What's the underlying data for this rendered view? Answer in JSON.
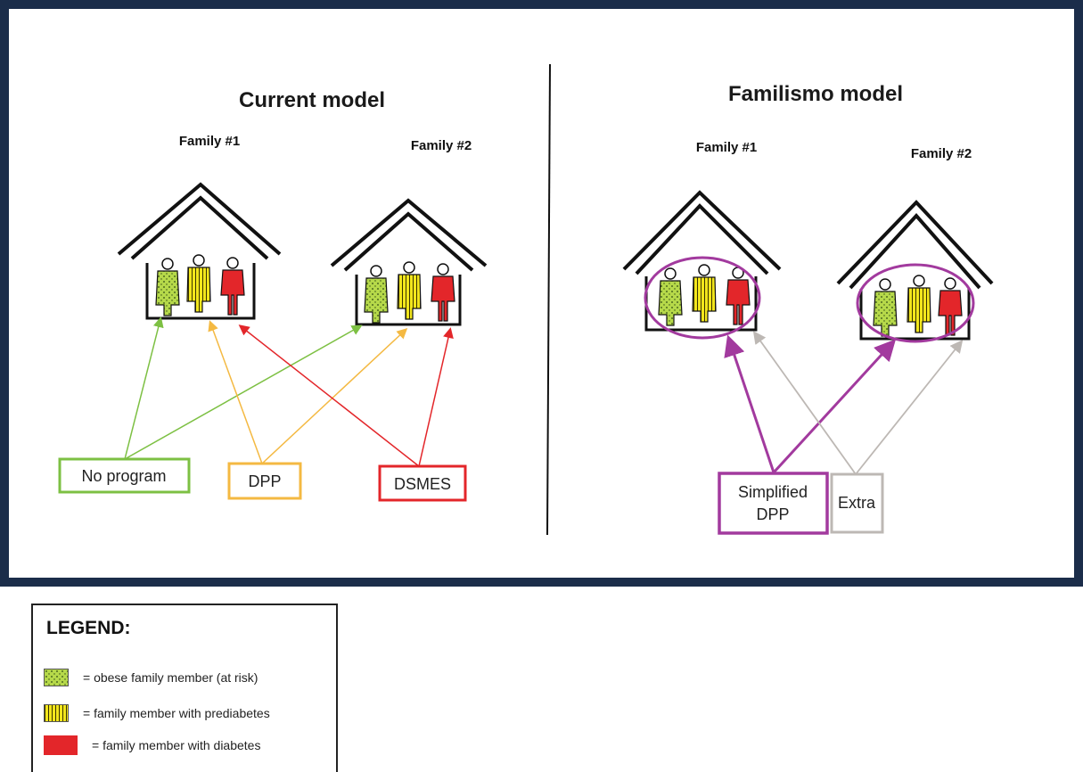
{
  "current_model": {
    "heading": "Current model",
    "family1_label": "Family #1",
    "family2_label": "Family #2",
    "programs": [
      "No program",
      "DPP",
      "DSMES"
    ]
  },
  "familismo_model": {
    "heading": "Familismo model",
    "family1_label": "Family #1",
    "family2_label": "Family #2",
    "programs": [
      "Simplified DPP",
      "Extra"
    ]
  },
  "legend": {
    "title": "LEGEND:",
    "items": [
      {
        "label": "= obese family member (at risk)",
        "color": "#b6d94a",
        "pattern": "dots"
      },
      {
        "label": "= family member with prediabetes",
        "color": "#f2e61c",
        "pattern": "stripes"
      },
      {
        "label": "= family member with diabetes",
        "color": "#e3262a",
        "pattern": "solid"
      }
    ]
  },
  "colors": {
    "frame": "#1b2d4a",
    "no_program": "#7dc043",
    "dpp": "#f4b942",
    "dsmes": "#e3262a",
    "familismo": "#a23a9e",
    "extra": "#bdb8b4"
  }
}
